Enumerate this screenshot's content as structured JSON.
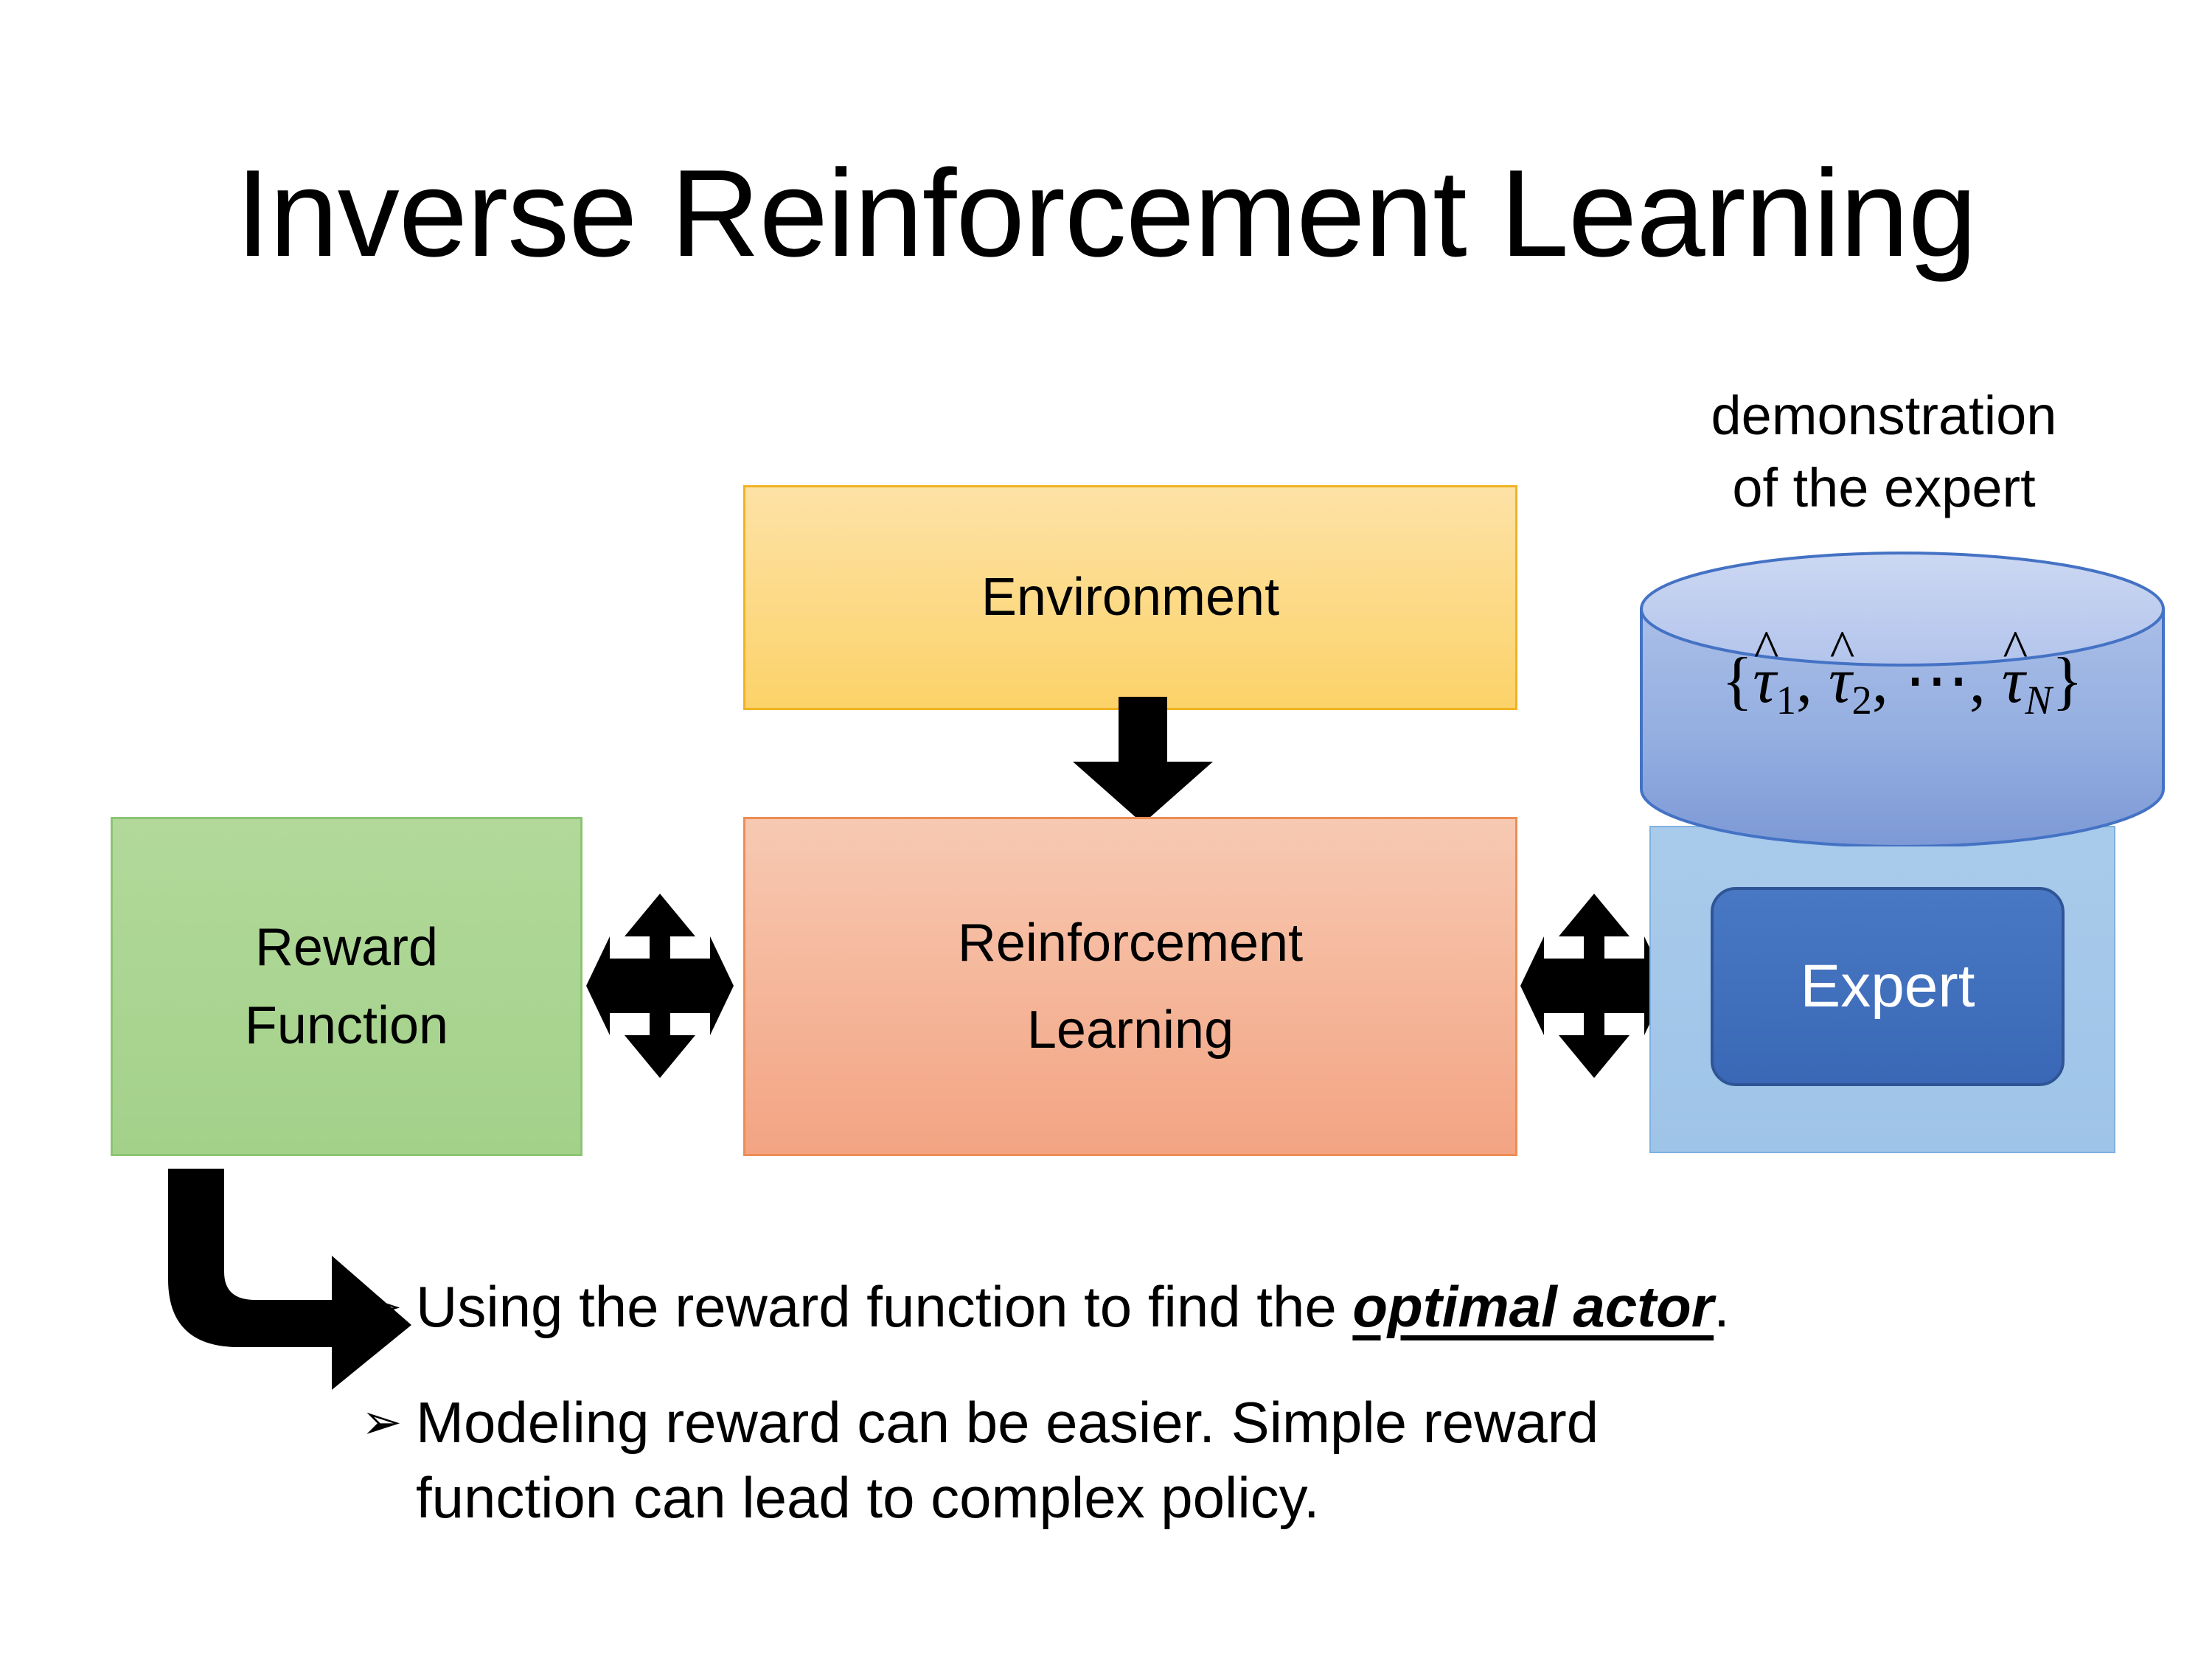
{
  "slide": {
    "title": "Inverse Reinforcement Learning",
    "background_color": "#ffffff"
  },
  "diagram": {
    "environment_box": {
      "label": "Environment",
      "fill_top": "#fde2a6",
      "fill_bottom": "#fcd269",
      "border_color": "#f0b323"
    },
    "rl_box": {
      "label_line1": "Reinforcement",
      "label_line2": "Learning",
      "fill_top": "#f7c9b2",
      "fill_bottom": "#f3a483",
      "border_color": "#ed8c55"
    },
    "reward_box": {
      "label_line1": "Reward",
      "label_line2": "Function",
      "fill_top": "#b2d99a",
      "fill_bottom": "#a3d18a",
      "border_color": "#8cc474"
    },
    "expert_panel": {
      "fill_top": "#a9cbeb",
      "fill_bottom": "#9ec4e8",
      "border_color": "#7fb0e0"
    },
    "expert_box": {
      "label": "Expert",
      "fill_top": "#4878c4",
      "fill_bottom": "#3a68b6",
      "border_color": "#2f5597",
      "text_color": "#ffffff"
    },
    "demonstration_label": {
      "line1": "demonstration",
      "line2": "of the expert"
    },
    "demonstration_cylinder": {
      "formula_plain": "{τ̂₁, τ̂₂, ⋯, τ̂N}",
      "brace_open": "{",
      "brace_close": "}",
      "hat": "^",
      "tau": "τ",
      "sub_1": "1",
      "sub_2": "2",
      "sub_N": "N",
      "comma": ",",
      "ellipsis": "⋯",
      "body_fill_top": "#a6bbe6",
      "body_fill_bottom": "#7e9ad8",
      "top_fill": "#c4d2ef",
      "stroke_color": "#4472c4"
    },
    "connectors": [
      {
        "name": "environment-to-rl-arrow",
        "type": "down-arrow",
        "color": "#000000"
      },
      {
        "name": "reward-rl-quad-arrow",
        "type": "quad-arrow",
        "color": "#000000"
      },
      {
        "name": "rl-expert-quad-arrow",
        "type": "quad-arrow",
        "color": "#000000"
      },
      {
        "name": "reward-to-bullet-elbow-arrow",
        "type": "elbow-arrow",
        "color": "#000000"
      }
    ]
  },
  "bullets": [
    {
      "marker": "➢",
      "text_before": "Using the reward function to find the ",
      "emphasis": "optimal actor",
      "text_after": "."
    },
    {
      "marker": "➢",
      "text_line1": "Modeling reward can be easier. Simple reward",
      "text_line2": "function can lead to complex policy."
    }
  ]
}
